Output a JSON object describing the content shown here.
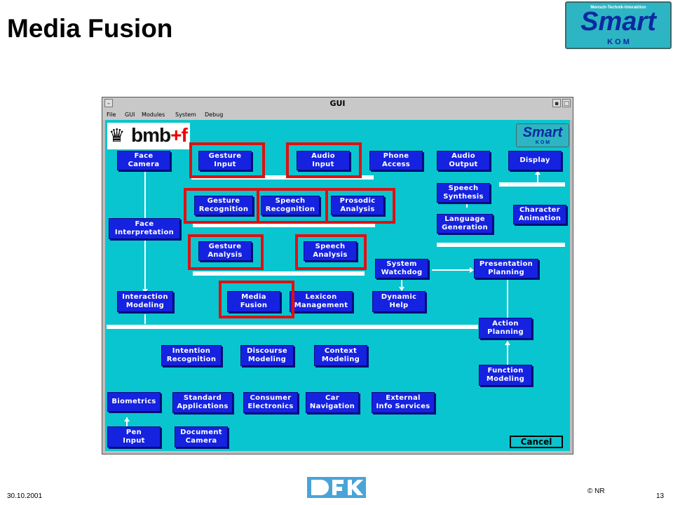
{
  "slide": {
    "title": "Media Fusion",
    "date": "30.10.2001",
    "copyright": "© NR",
    "page_number": "13",
    "dfki_logo_text": "DFKI"
  },
  "top_logo": {
    "subtitle": "Mensch-Technik-Interaktion",
    "main": "Smart",
    "kom": "K O M"
  },
  "window": {
    "title": "GUI",
    "menu": [
      "File",
      "GUI",
      "Modules",
      "System",
      "Debug"
    ],
    "sponsor_logo": {
      "main": "bmb",
      "plus": "+f"
    },
    "inner_logo": {
      "main": "Smart",
      "kom": "K O M"
    },
    "cancel_label": "Cancel"
  },
  "modules": {
    "face_camera": "Face\nCamera",
    "gesture_input": "Gesture\nInput",
    "audio_input": "Audio\nInput",
    "phone_access": "Phone\nAccess",
    "audio_output": "Audio\nOutput",
    "display": "Display",
    "gesture_recognition": "Gesture\nRecognition",
    "speech_recognition": "Speech\nRecognition",
    "prosodic_analysis": "Prosodic\nAnalysis",
    "speech_synthesis": "Speech\nSynthesis",
    "character_animation": "Character\nAnimation",
    "face_interpretation": "Face\nInterpretation",
    "language_generation": "Language\nGeneration",
    "gesture_analysis": "Gesture\nAnalysis",
    "speech_analysis": "Speech\nAnalysis",
    "system_watchdog": "System\nWatchdog",
    "presentation_planning": "Presentation\nPlanning",
    "interaction_modeling": "Interaction\nModeling",
    "media_fusion": "Media\nFusion",
    "lexicon_management": "Lexicon\nManagement",
    "dynamic_help": "Dynamic\nHelp",
    "action_planning": "Action\nPlanning",
    "intention_recognition": "Intention\nRecognition",
    "discourse_modeling": "Discourse\nModeling",
    "context_modeling": "Context\nModeling",
    "function_modeling": "Function\nModeling",
    "biometrics": "Biometrics",
    "standard_applications": "Standard\nApplications",
    "consumer_electronics": "Consumer\nElectronics",
    "car_navigation": "Car\nNavigation",
    "external_info_services": "External\nInfo Services",
    "pen_input": "Pen\nInput",
    "document_camera": "Document\nCamera"
  },
  "highlighted_modules": [
    "Gesture Input",
    "Audio Input",
    "Gesture Recognition",
    "Speech Recognition",
    "Prosodic Analysis",
    "Gesture Analysis",
    "Speech Analysis",
    "Media Fusion"
  ],
  "colors": {
    "module_fill": "#1522e0",
    "canvas": "#09c5cf",
    "highlight": "#e01010",
    "title": "#000000"
  }
}
